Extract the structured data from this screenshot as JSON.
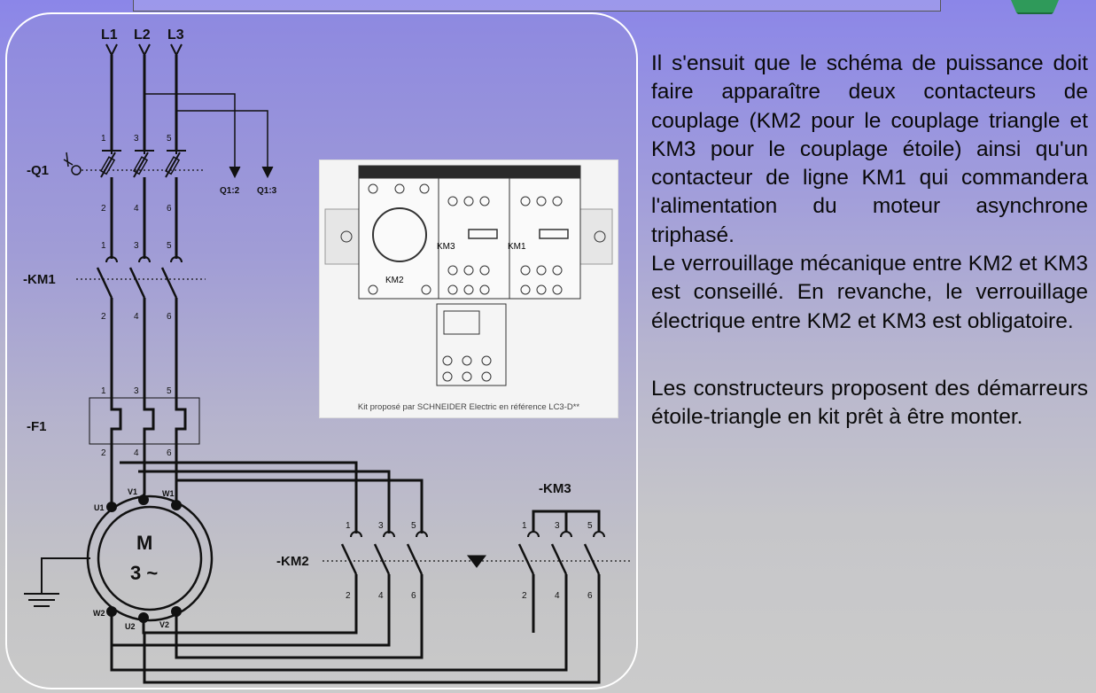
{
  "schema": {
    "phases": [
      "L1",
      "L2",
      "L3"
    ],
    "feeds": [
      "Q1:2",
      "Q1:3"
    ],
    "q1_label": "-Q1",
    "km1_label": "-KM1",
    "f1_label": "-F1",
    "km2_label": "-KM2",
    "km3_label": "-KM3",
    "terminals_top": [
      "1",
      "3",
      "5"
    ],
    "terminals_bottom": [
      "2",
      "4",
      "6"
    ],
    "motor_letter": "M",
    "motor_phase": "3 ~",
    "motor_terminals_top": [
      "U1",
      "V1",
      "W1"
    ],
    "motor_terminals_bottom": [
      "W2",
      "U2",
      "V2"
    ]
  },
  "kit": {
    "labels": [
      "KM3",
      "KM1",
      "KM2"
    ],
    "caption": "Kit proposé par SCHNEIDER Electric en référence LC3-D**"
  },
  "text": {
    "paragraph1": "Il s'ensuit que le schéma de puissance doit faire apparaître deux contacteurs de couplage (KM2 pour le couplage triangle et KM3 pour le couplage étoile) ainsi qu'un contacteur de ligne KM1 qui commandera l'alimentation du moteur asynchrone triphasé.",
    "paragraph2": "Le verrouillage mécanique entre KM2 et KM3 est conseillé. En revanche, le verrouillage électrique entre KM2 et KM3 est obligatoire.",
    "paragraph3": "Les constructeurs proposent des démarreurs étoile-triangle en kit prêt à être monter."
  }
}
